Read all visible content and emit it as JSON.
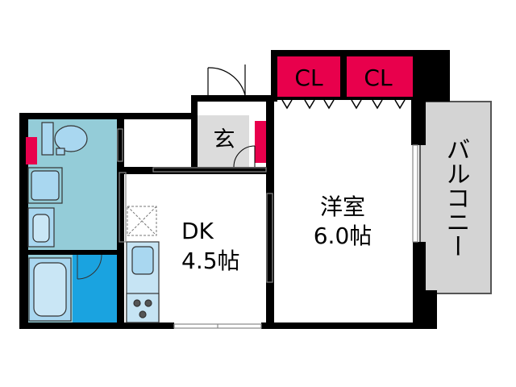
{
  "floorplan": {
    "rooms": {
      "dk": {
        "name": "DK",
        "size": "4.5帖"
      },
      "western": {
        "name": "洋室",
        "size": "6.0帖"
      },
      "entrance": {
        "name": "玄"
      },
      "balcony": {
        "name": "バルコニー"
      },
      "closet_left": {
        "name": "CL"
      },
      "closet_right": {
        "name": "CL"
      }
    },
    "colors": {
      "wall": "#000000",
      "closet": "#e8004c",
      "wet_area": "#94ccd8",
      "bath_floor": "#1aa3e0",
      "fixture": "#a9d7f0",
      "entrance_floor": "#dcdcdc",
      "balcony": "#d4d4d4",
      "floor": "#ffffff"
    }
  }
}
